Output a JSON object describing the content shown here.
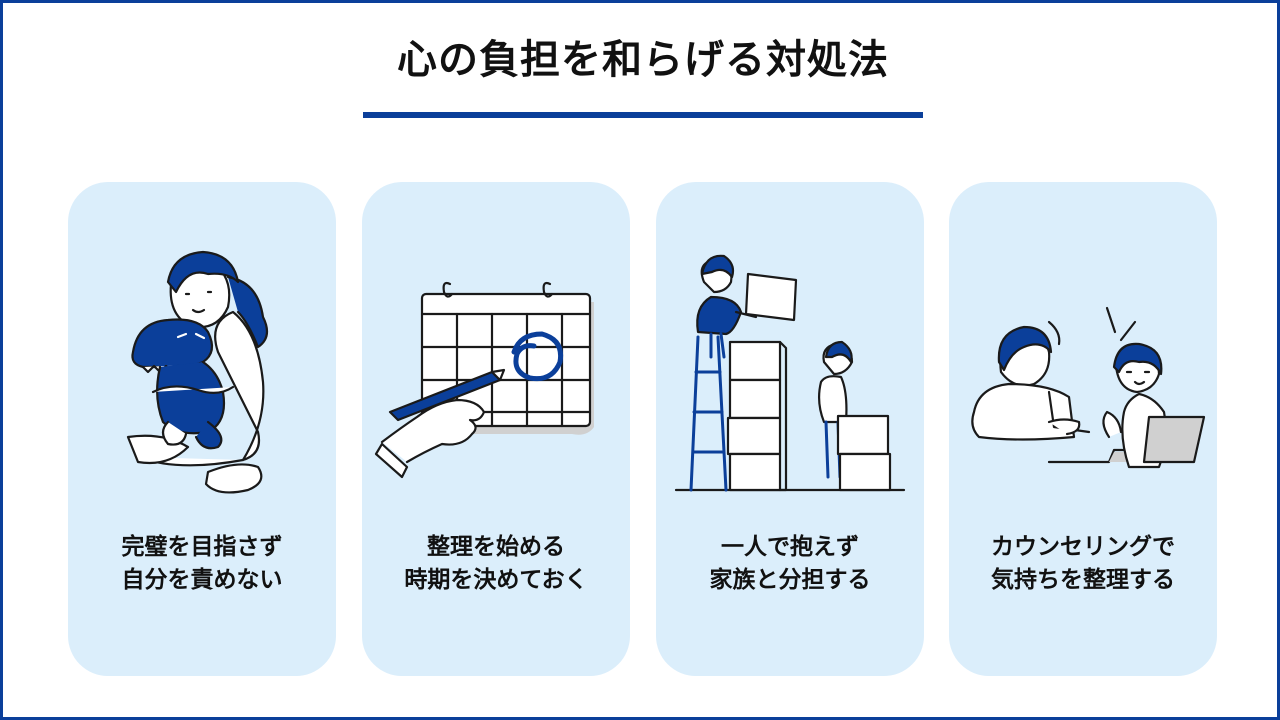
{
  "title": "心の負担を和らげる対処法",
  "colors": {
    "accent": "#0b3f9a",
    "card_bg": "#dbeefb",
    "line": "#1a1a1a",
    "gray": "#d0d0d0"
  },
  "cards": [
    {
      "icon": "woman-hugging-dinosaur-plush-icon",
      "line1": "完璧を目指さず",
      "line2": "自分を責めない"
    },
    {
      "icon": "calendar-with-pen-icon",
      "line1": "整理を始める",
      "line2": "時期を決めておく"
    },
    {
      "icon": "people-moving-boxes-icon",
      "line1": "一人で抱えず",
      "line2": "家族と分担する"
    },
    {
      "icon": "counseling-conversation-icon",
      "line1": "カウンセリングで",
      "line2": "気持ちを整理する"
    }
  ]
}
